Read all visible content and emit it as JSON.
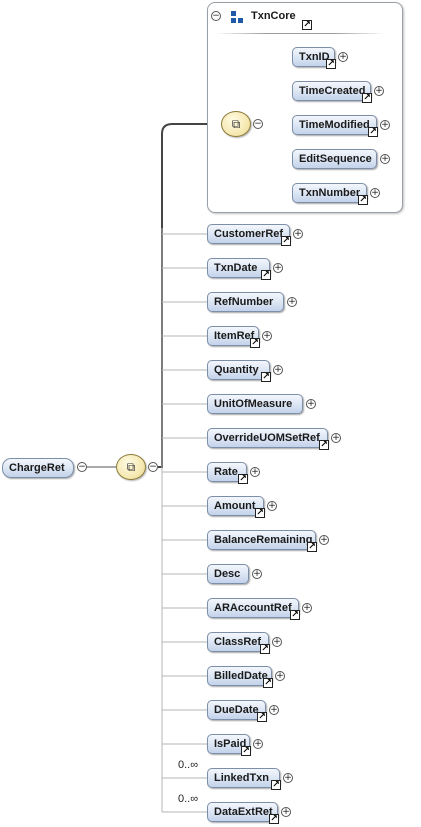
{
  "root": {
    "label": "ChargeRet"
  },
  "group": {
    "label": "TxnCore"
  },
  "group_children": [
    {
      "label": "TxnID",
      "ref": true,
      "expand": true
    },
    {
      "label": "TimeCreated",
      "ref": true,
      "expand": true
    },
    {
      "label": "TimeModified",
      "ref": true,
      "expand": true
    },
    {
      "label": "EditSequence",
      "ref": false,
      "expand": true
    },
    {
      "label": "TxnNumber",
      "ref": true,
      "expand": true
    }
  ],
  "children": [
    {
      "label": "CustomerRef",
      "ref": true,
      "expand": true,
      "cardinality": ""
    },
    {
      "label": "TxnDate",
      "ref": true,
      "expand": true,
      "cardinality": ""
    },
    {
      "label": "RefNumber",
      "ref": false,
      "expand": true,
      "cardinality": ""
    },
    {
      "label": "ItemRef",
      "ref": true,
      "expand": true,
      "cardinality": ""
    },
    {
      "label": "Quantity",
      "ref": true,
      "expand": true,
      "cardinality": ""
    },
    {
      "label": "UnitOfMeasure",
      "ref": false,
      "expand": true,
      "cardinality": ""
    },
    {
      "label": "OverrideUOMSetRef",
      "ref": true,
      "expand": true,
      "cardinality": ""
    },
    {
      "label": "Rate",
      "ref": true,
      "expand": true,
      "cardinality": ""
    },
    {
      "label": "Amount",
      "ref": true,
      "expand": true,
      "cardinality": ""
    },
    {
      "label": "BalanceRemaining",
      "ref": true,
      "expand": true,
      "cardinality": ""
    },
    {
      "label": "Desc",
      "ref": false,
      "expand": true,
      "cardinality": ""
    },
    {
      "label": "ARAccountRef",
      "ref": true,
      "expand": true,
      "cardinality": ""
    },
    {
      "label": "ClassRef",
      "ref": true,
      "expand": true,
      "cardinality": ""
    },
    {
      "label": "BilledDate",
      "ref": true,
      "expand": true,
      "cardinality": ""
    },
    {
      "label": "DueDate",
      "ref": true,
      "expand": true,
      "cardinality": ""
    },
    {
      "label": "IsPaid",
      "ref": true,
      "expand": true,
      "cardinality": ""
    },
    {
      "label": "LinkedTxn",
      "ref": true,
      "expand": true,
      "cardinality": "0..∞"
    },
    {
      "label": "DataExtRet",
      "ref": true,
      "expand": true,
      "cardinality": "0..∞"
    }
  ],
  "icons": {
    "ref": "↗",
    "plus": "+",
    "minus": "−",
    "sequence": "⧉"
  },
  "colors": {
    "node_fill": "#dfe8f5",
    "node_border": "#7d8fa8",
    "sequence_fill": "#f6e9b3",
    "line": "#555555"
  }
}
